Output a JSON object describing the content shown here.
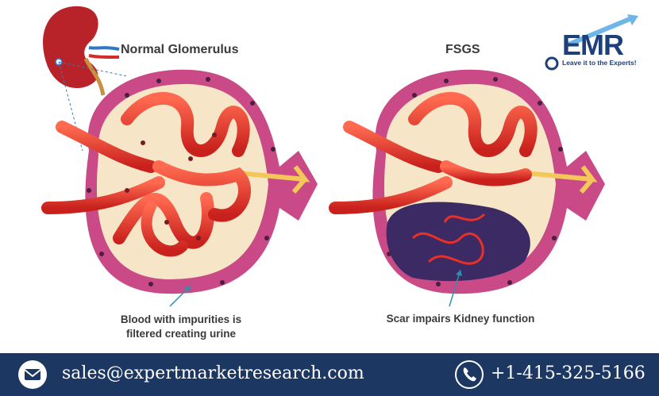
{
  "diagram": {
    "title_normal": "Normal Glomerulus",
    "title_fsgs": "FSGS",
    "caption_normal": "Blood with impurities is filtered creating urine",
    "caption_fsgs": "Scar impairs Kidney function"
  },
  "logo": {
    "letters": "EMR",
    "tagline": "Leave it to the Experts!"
  },
  "footer": {
    "email": "sales@expertmarketresearch.com",
    "phone": "+1-415-325-5166",
    "email_icon": "mail-icon",
    "phone_icon": "phone-icon"
  },
  "colors": {
    "capsule": "#c94a86",
    "capsule_inner": "#f6e6c7",
    "vessel": "#e8302a",
    "scar": "#3b2a63",
    "footer_bg": "#1c3761",
    "brand": "#1d3f7a"
  }
}
